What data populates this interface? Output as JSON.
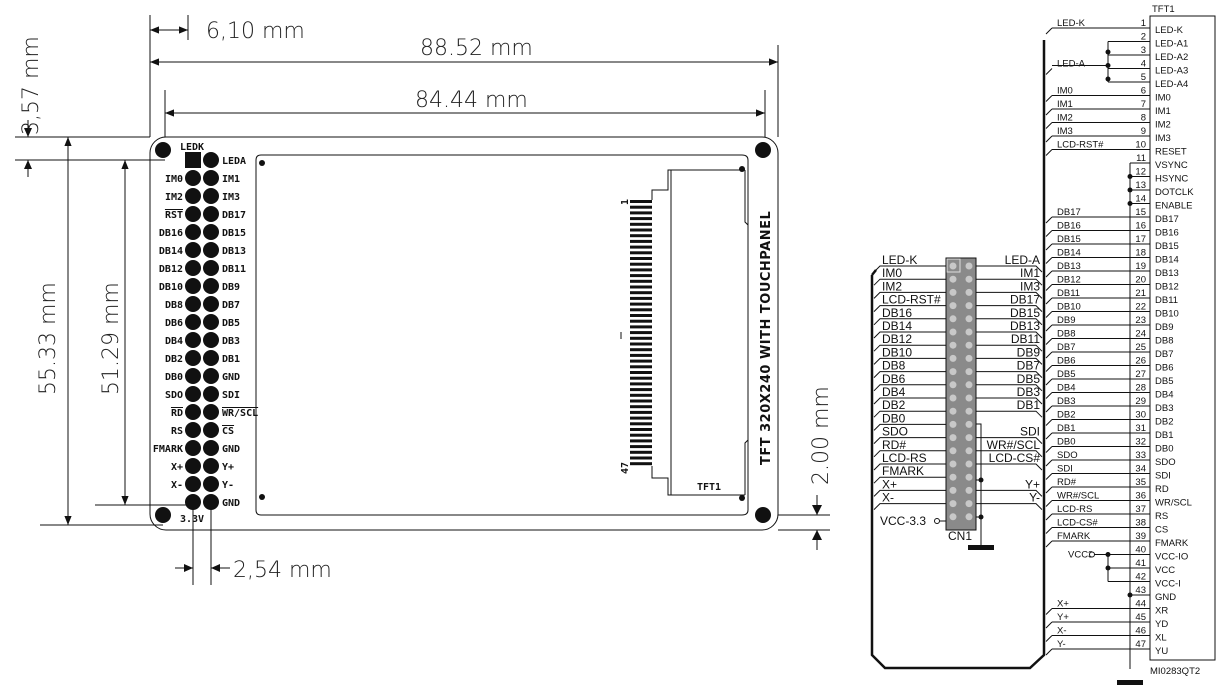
{
  "dimensions": {
    "d610": "6,10 mm",
    "d8852": "88.52 mm",
    "d8444": "84.44 mm",
    "d357": "3,57 mm",
    "d5533": "55.33 mm",
    "d5129": "51.29 mm",
    "d200": "2.00 mm",
    "d254": "2,54 mm"
  },
  "board": {
    "top_label": "LEDK",
    "bottom_label": "3.3V",
    "display_label": "TFT 320X240 WITH TOUCHPANEL",
    "ref": "TFT1",
    "fpc_first": "1",
    "fpc_last": "47",
    "header_rows": [
      {
        "l": "",
        "r": "LEDA"
      },
      {
        "l": "IM0",
        "r": "IM1"
      },
      {
        "l": "IM2",
        "r": "IM3"
      },
      {
        "l": "RST",
        "r": "DB17",
        "lo": true
      },
      {
        "l": "DB16",
        "r": "DB15"
      },
      {
        "l": "DB14",
        "r": "DB13"
      },
      {
        "l": "DB12",
        "r": "DB11"
      },
      {
        "l": "DB10",
        "r": "DB9"
      },
      {
        "l": "DB8",
        "r": "DB7"
      },
      {
        "l": "DB6",
        "r": "DB5"
      },
      {
        "l": "DB4",
        "r": "DB3"
      },
      {
        "l": "DB2",
        "r": "DB1"
      },
      {
        "l": "DB0",
        "r": "GND"
      },
      {
        "l": "SDO",
        "r": "SDI"
      },
      {
        "l": "RD",
        "r": "WR/SCL",
        "lo": true,
        "ro": true
      },
      {
        "l": "RS",
        "r": "CS",
        "ro": true
      },
      {
        "l": "FMARK",
        "r": "GND"
      },
      {
        "l": "X+",
        "r": "Y+"
      },
      {
        "l": "X-",
        "r": "Y-"
      },
      {
        "l": "",
        "r": "GND"
      }
    ]
  },
  "cn1": {
    "ref": "CN1",
    "vcc_label": "VCC-3.3",
    "left": [
      "LED-K",
      "IM0",
      "IM2",
      "LCD-RST#",
      "DB16",
      "DB14",
      "DB12",
      "DB10",
      "DB8",
      "DB6",
      "DB4",
      "DB2",
      "DB0",
      "SDO",
      "RD#",
      "LCD-RS",
      "FMARK",
      "X+",
      "X-"
    ],
    "right": [
      "LED-A",
      "IM1",
      "IM3",
      "DB17",
      "DB15",
      "DB13",
      "DB11",
      "DB9",
      "DB7",
      "DB5",
      "DB3",
      "DB1",
      "",
      "SDI",
      "WR#/SCL",
      "LCD-CS#",
      "",
      "Y+",
      "Y-"
    ]
  },
  "tft1": {
    "ref": "TFT1",
    "part": "MI0283QT2",
    "vcc_label": "VCC3",
    "pins": [
      {
        "n": "1",
        "net": "LED-K",
        "name": "LED-K"
      },
      {
        "n": "2",
        "net": "",
        "name": "LED-A1"
      },
      {
        "n": "3",
        "net": "",
        "name": "LED-A2"
      },
      {
        "n": "4",
        "net": "LED-A",
        "name": "LED-A3"
      },
      {
        "n": "5",
        "net": "",
        "name": "LED-A4"
      },
      {
        "n": "6",
        "net": "IM0",
        "name": "IM0"
      },
      {
        "n": "7",
        "net": "IM1",
        "name": "IM1"
      },
      {
        "n": "8",
        "net": "IM2",
        "name": "IM2"
      },
      {
        "n": "9",
        "net": "IM3",
        "name": "IM3"
      },
      {
        "n": "10",
        "net": "LCD-RST#",
        "name": "RESET"
      },
      {
        "n": "11",
        "net": "",
        "name": "VSYNC"
      },
      {
        "n": "12",
        "net": "",
        "name": "HSYNC"
      },
      {
        "n": "13",
        "net": "",
        "name": "DOTCLK"
      },
      {
        "n": "14",
        "net": "",
        "name": "ENABLE"
      },
      {
        "n": "15",
        "net": "DB17",
        "name": "DB17"
      },
      {
        "n": "16",
        "net": "DB16",
        "name": "DB16"
      },
      {
        "n": "17",
        "net": "DB15",
        "name": "DB15"
      },
      {
        "n": "18",
        "net": "DB14",
        "name": "DB14"
      },
      {
        "n": "19",
        "net": "DB13",
        "name": "DB13"
      },
      {
        "n": "20",
        "net": "DB12",
        "name": "DB12"
      },
      {
        "n": "21",
        "net": "DB11",
        "name": "DB11"
      },
      {
        "n": "22",
        "net": "DB10",
        "name": "DB10"
      },
      {
        "n": "23",
        "net": "DB9",
        "name": "DB9"
      },
      {
        "n": "24",
        "net": "DB8",
        "name": "DB8"
      },
      {
        "n": "25",
        "net": "DB7",
        "name": "DB7"
      },
      {
        "n": "26",
        "net": "DB6",
        "name": "DB6"
      },
      {
        "n": "27",
        "net": "DB5",
        "name": "DB5"
      },
      {
        "n": "28",
        "net": "DB4",
        "name": "DB4"
      },
      {
        "n": "29",
        "net": "DB3",
        "name": "DB3"
      },
      {
        "n": "30",
        "net": "DB2",
        "name": "DB2"
      },
      {
        "n": "31",
        "net": "DB1",
        "name": "DB1"
      },
      {
        "n": "32",
        "net": "DB0",
        "name": "DB0"
      },
      {
        "n": "33",
        "net": "SDO",
        "name": "SDO"
      },
      {
        "n": "34",
        "net": "SDI",
        "name": "SDI"
      },
      {
        "n": "35",
        "net": "RD#",
        "name": "RD"
      },
      {
        "n": "36",
        "net": "WR#/SCL",
        "name": "WR/SCL"
      },
      {
        "n": "37",
        "net": "LCD-RS",
        "name": "RS"
      },
      {
        "n": "38",
        "net": "LCD-CS#",
        "name": "CS"
      },
      {
        "n": "39",
        "net": "FMARK",
        "name": "FMARK"
      },
      {
        "n": "40",
        "net": "",
        "name": "VCC-IO"
      },
      {
        "n": "41",
        "net": "",
        "name": "VCC"
      },
      {
        "n": "42",
        "net": "",
        "name": "VCC-I"
      },
      {
        "n": "43",
        "net": "",
        "name": "GND"
      },
      {
        "n": "44",
        "net": "X+",
        "name": "XR"
      },
      {
        "n": "45",
        "net": "Y+",
        "name": "YD"
      },
      {
        "n": "46",
        "net": "X-",
        "name": "XL"
      },
      {
        "n": "47",
        "net": "Y-",
        "name": "YU"
      }
    ]
  }
}
